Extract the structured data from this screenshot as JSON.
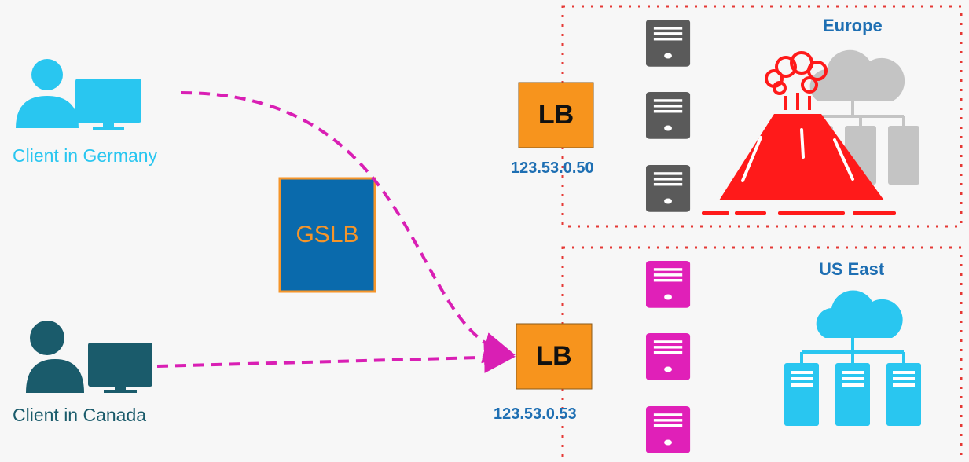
{
  "clients": {
    "germany": {
      "label": "Client in Germany",
      "color": "#29c6f0"
    },
    "canada": {
      "label": "Client in Canada",
      "color": "#1a5b6b"
    }
  },
  "gslb": {
    "label": "GSLB",
    "fill": "#0a6aac",
    "border": "#f5952a"
  },
  "load_balancers": {
    "europe": {
      "label": "LB",
      "ip": "123.53.0.50"
    },
    "us_east": {
      "label": "LB",
      "ip": "123.53.0.53"
    }
  },
  "regions": {
    "europe": {
      "title": "Europe",
      "server_color": "#5a5a5a",
      "status": "volcano-erupting"
    },
    "us_east": {
      "title": "US East",
      "server_color": "#e020b8",
      "cloud_color": "#29c6f0"
    }
  },
  "colors": {
    "lb_fill": "#f7941d",
    "arrow": "#d91fb4",
    "region_border": "#e53935",
    "ip_text": "#1e6fb3",
    "volcano": "#ff1a1a",
    "europe_cloud": "#c4c4c4"
  }
}
